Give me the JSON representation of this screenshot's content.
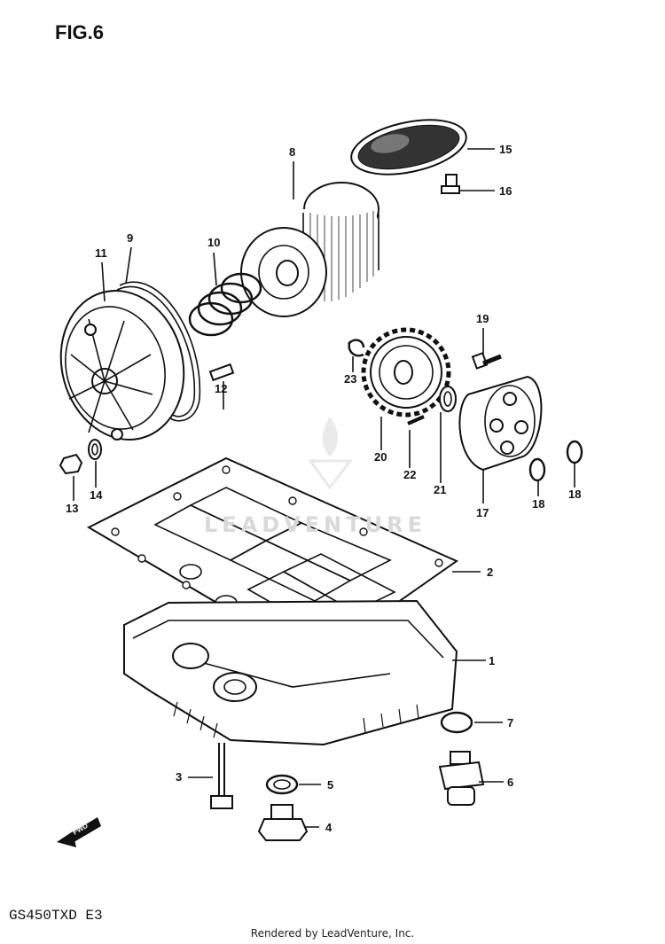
{
  "figure_title": "FIG.6",
  "model_code": "GS450TXD E3",
  "footer_text": "Rendered by LeadVenture, Inc.",
  "watermark_text": "LEADVENTURE",
  "fwd_label": "FWD",
  "callouts": {
    "c1": "1",
    "c2": "2",
    "c3": "3",
    "c4": "4",
    "c5": "5",
    "c6": "6",
    "c7": "7",
    "c8": "8",
    "c9": "9",
    "c10": "10",
    "c11": "11",
    "c12": "12",
    "c13": "13",
    "c14": "14",
    "c15": "15",
    "c16": "16",
    "c17": "17",
    "c18a": "18",
    "c18b": "18",
    "c19": "19",
    "c20": "20",
    "c21": "21",
    "c22": "22",
    "c23": "23"
  }
}
